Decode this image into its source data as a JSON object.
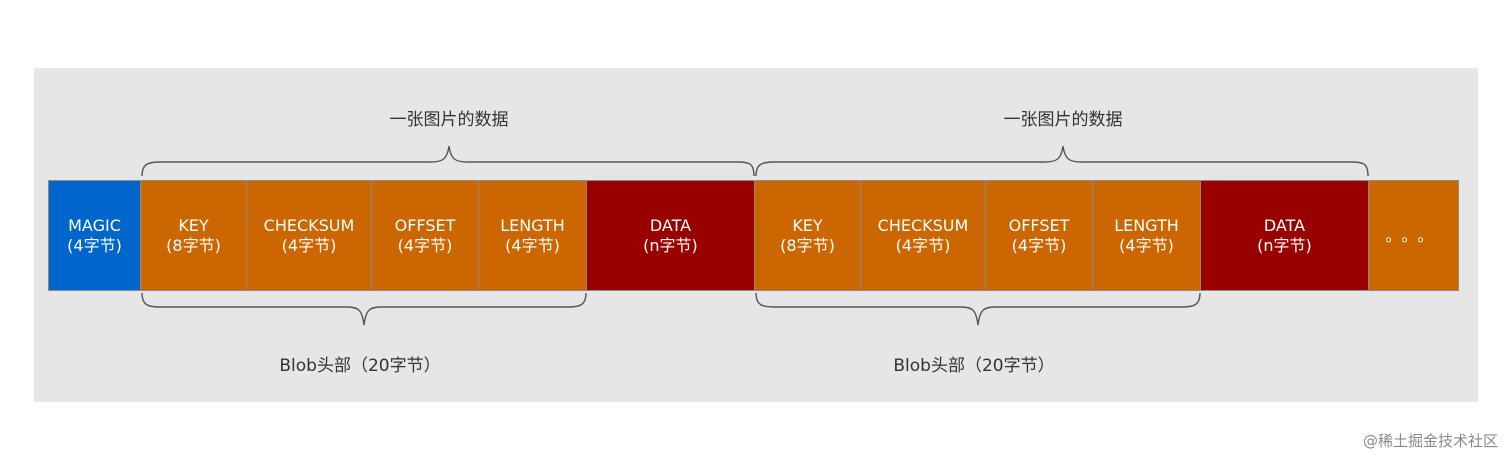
{
  "diagram": {
    "cells": [
      {
        "name": "magic-cell",
        "lines": [
          "MAGIC",
          "(4字节)"
        ],
        "kind": "magic"
      },
      {
        "name": "key-cell-1",
        "lines": [
          "KEY",
          "(8字节)"
        ],
        "kind": "field"
      },
      {
        "name": "checksum-cell-1",
        "lines": [
          "CHECKSUM",
          "(4字节)"
        ],
        "kind": "field"
      },
      {
        "name": "offset-cell-1",
        "lines": [
          "OFFSET",
          "(4字节)"
        ],
        "kind": "field"
      },
      {
        "name": "length-cell-1",
        "lines": [
          "LENGTH",
          "(4字节)"
        ],
        "kind": "field"
      },
      {
        "name": "data-cell-1",
        "lines": [
          "DATA",
          "(n字节)"
        ],
        "kind": "data"
      },
      {
        "name": "key-cell-2",
        "lines": [
          "KEY",
          "(8字节)"
        ],
        "kind": "field"
      },
      {
        "name": "checksum-cell-2",
        "lines": [
          "CHECKSUM",
          "(4字节)"
        ],
        "kind": "field"
      },
      {
        "name": "offset-cell-2",
        "lines": [
          "OFFSET",
          "(4字节)"
        ],
        "kind": "field"
      },
      {
        "name": "length-cell-2",
        "lines": [
          "LENGTH",
          "(4字节)"
        ],
        "kind": "field"
      },
      {
        "name": "data-cell-2",
        "lines": [
          "DATA",
          "(n字节)"
        ],
        "kind": "data"
      },
      {
        "name": "ellipsis-cell",
        "lines": [
          "。。。"
        ],
        "kind": "field"
      }
    ],
    "top_label": "一张图片的数据",
    "bottom_label": "Blob头部（20字节）",
    "colors": {
      "magic": "#0066cc",
      "field": "#cc6600",
      "data": "#990000",
      "panel": "#e6e6e6"
    }
  },
  "watermark": "@稀土掘金技术社区"
}
